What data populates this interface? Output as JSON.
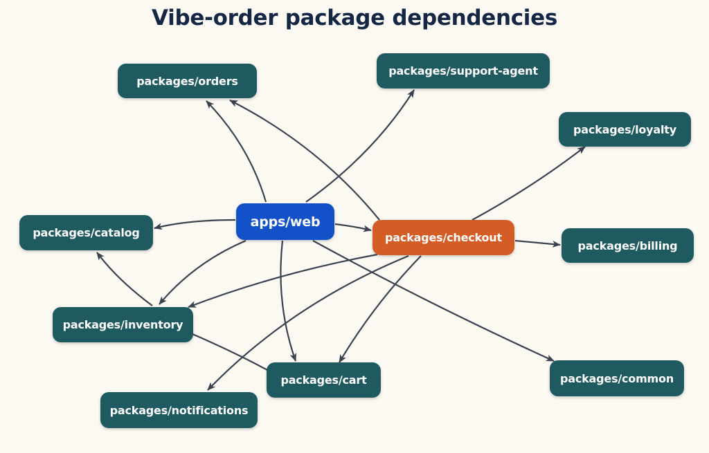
{
  "title": "Vibe-order package dependencies",
  "colors": {
    "package": "#1e5a60",
    "app": "#1351c8",
    "checkout": "#d45d25",
    "edge": "#39424f",
    "title": "#162746"
  },
  "nodes": {
    "web": "apps/web",
    "checkout": "packages/checkout",
    "orders": "packages/orders",
    "support_agent": "packages/support-agent",
    "loyalty": "packages/loyalty",
    "catalog": "packages/catalog",
    "billing": "packages/billing",
    "inventory": "packages/inventory",
    "cart": "packages/cart",
    "common": "packages/common",
    "notifications": "packages/notifications"
  },
  "edges": [
    {
      "from": "apps/web",
      "to": "packages/orders"
    },
    {
      "from": "apps/web",
      "to": "packages/support-agent"
    },
    {
      "from": "apps/web",
      "to": "packages/catalog"
    },
    {
      "from": "apps/web",
      "to": "packages/checkout"
    },
    {
      "from": "apps/web",
      "to": "packages/inventory"
    },
    {
      "from": "apps/web",
      "to": "packages/cart"
    },
    {
      "from": "apps/web",
      "to": "packages/common"
    },
    {
      "from": "packages/checkout",
      "to": "packages/orders"
    },
    {
      "from": "packages/checkout",
      "to": "packages/loyalty"
    },
    {
      "from": "packages/checkout",
      "to": "packages/billing"
    },
    {
      "from": "packages/checkout",
      "to": "packages/inventory"
    },
    {
      "from": "packages/checkout",
      "to": "packages/cart"
    },
    {
      "from": "packages/checkout",
      "to": "packages/notifications"
    },
    {
      "from": "packages/inventory",
      "to": "packages/catalog"
    },
    {
      "from": "packages/inventory",
      "to": "packages/cart"
    }
  ]
}
